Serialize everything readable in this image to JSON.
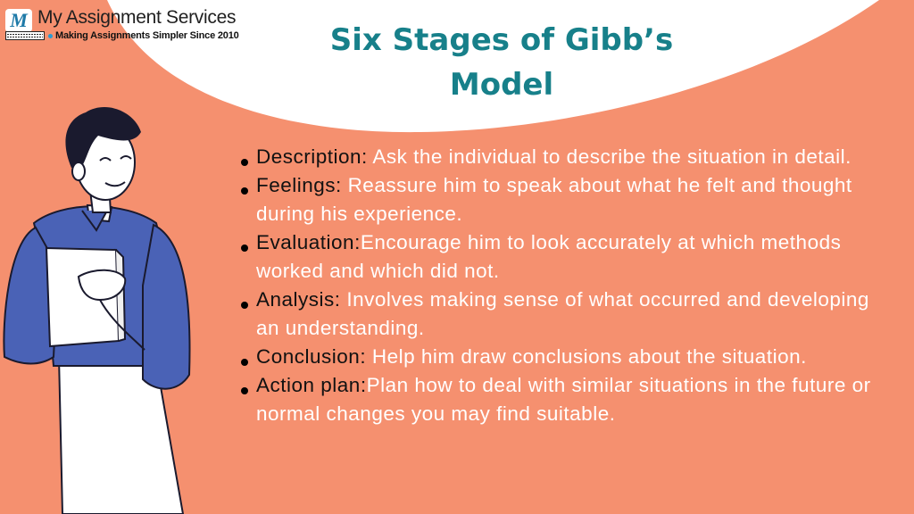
{
  "logo": {
    "mark": "M",
    "name": "My Assignment Services",
    "tagline": "Making Assignments Simpler Since 2010"
  },
  "title_line1": "Six Stages of Gibb’s",
  "title_line2": "Model",
  "stages": [
    {
      "term": "Description:",
      "text": "Ask the individual to describe the situation in detail."
    },
    {
      "term": "Feelings:",
      "text": "Reassure him to speak about what he felt and thought during his experience."
    },
    {
      "term": "Evaluation:",
      "text": "Encourage him to look accurately at which methods worked and which did not."
    },
    {
      "term": "Analysis:",
      "text": "Involves making sense of what occurred and developing an understanding."
    },
    {
      "term": "Conclusion:",
      "text": "Help him draw conclusions about the situation."
    },
    {
      "term": "Action plan:",
      "text": "Plan how to deal with similar situations in the future or normal changes you may find suitable."
    }
  ],
  "colors": {
    "background": "#f5906f",
    "title": "#17808a",
    "shirt": "#4a62b6",
    "description_text": "#ffffff"
  },
  "illustration": "man holding a book"
}
